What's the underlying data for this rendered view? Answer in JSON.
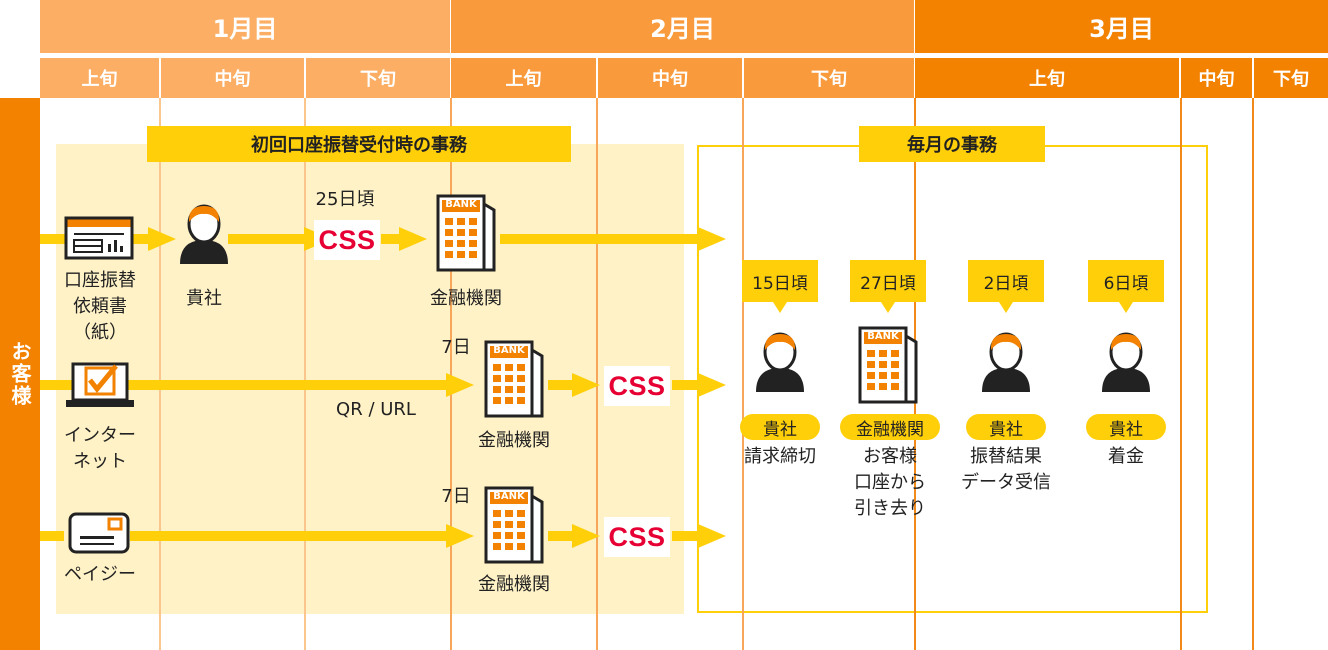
{
  "header": {
    "months": [
      "1月目",
      "2月目",
      "3月目"
    ],
    "periods": [
      "上旬",
      "中旬",
      "下旬",
      "上旬",
      "中旬",
      "下旬",
      "上旬",
      "中旬",
      "下旬"
    ]
  },
  "side_label": "お客様",
  "sections": {
    "initial_title": "初回口座振替受付時の事務",
    "monthly_title": "毎月の事務"
  },
  "channels": {
    "paper": {
      "label_lines": [
        "口座振替",
        "依頼書",
        "（紙）"
      ]
    },
    "internet": {
      "label_lines": [
        "インター",
        "ネット"
      ]
    },
    "payeasy": {
      "label": "ペイジー"
    }
  },
  "initial_flow": {
    "company_label": "貴社",
    "date_25": "25日頃",
    "css_text": "CSS",
    "bank_badge": "BANK",
    "bank_label": "金融機関",
    "date_7": "7日",
    "qr_url": "QR / URL"
  },
  "monthly_flow": [
    {
      "date": "15日頃",
      "actor": "貴社",
      "desc_lines": [
        "請求締切"
      ]
    },
    {
      "date": "27日頃",
      "actor": "金融機関",
      "desc_lines": [
        "お客様",
        "口座から",
        "引き去り"
      ]
    },
    {
      "date": "2日頃",
      "actor": "貴社",
      "desc_lines": [
        "振替結果",
        "データ受信"
      ]
    },
    {
      "date": "6日頃",
      "actor": "貴社",
      "desc_lines": [
        "着金"
      ]
    }
  ],
  "colors": {
    "month1": "#fbae64",
    "month2": "#f99a3c",
    "month3": "#f28200",
    "accent_yellow": "#ffcf0a",
    "area_fill": "#fff2c7",
    "css_red": "#e60033"
  }
}
